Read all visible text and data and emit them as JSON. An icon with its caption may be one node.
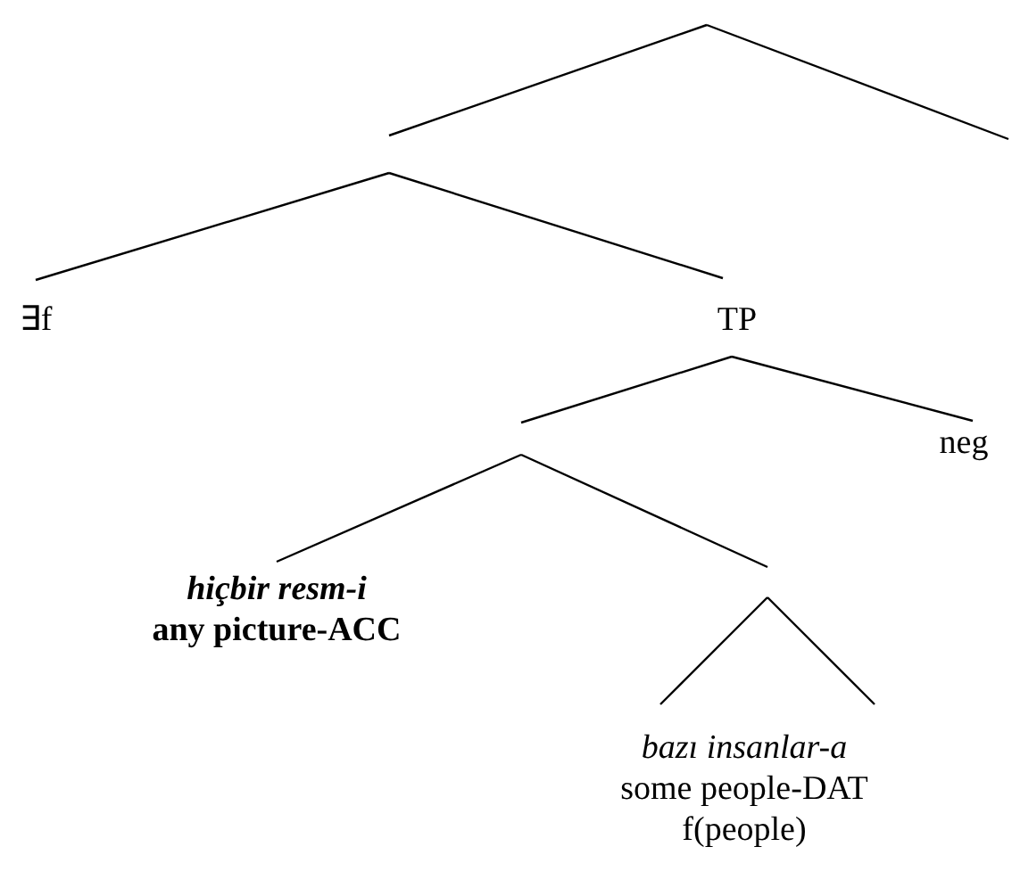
{
  "diagram": {
    "nodes": [
      {
        "text": [
          "∃f"
        ]
      },
      {
        "text": [
          "TP"
        ]
      },
      {
        "text": [
          "neg"
        ]
      },
      {
        "text": [
          "hiçbir resm-i",
          "any picture-ACC"
        ]
      },
      {
        "text": [
          "bazı insanlar-a",
          "some people-DAT",
          "f(people)"
        ]
      }
    ],
    "edges": [
      {
        "from": null,
        "to": 0,
        "arrow": "none"
      },
      {
        "from": null,
        "to": 1,
        "arrow": "none"
      },
      {
        "from": 1,
        "to": null,
        "arrow": "none"
      },
      {
        "from": 1,
        "to": 2,
        "arrow": "none"
      },
      {
        "from": null,
        "to": 3,
        "arrow": "none"
      },
      {
        "from": null,
        "to": 4,
        "arrow": "none"
      }
    ]
  }
}
